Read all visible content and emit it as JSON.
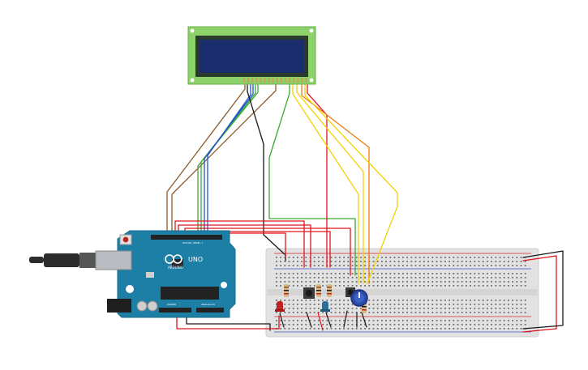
{
  "board": {
    "logo_text": "ARDUINO",
    "model": "UNO",
    "header_digital": "DIGITAL (PWM~)",
    "header_power": "POWER",
    "header_analog": "ANALOG IN"
  },
  "lcd": {
    "pins": 16
  },
  "colors": {
    "wire_red": "#e0141e",
    "wire_black": "#1a1a1a",
    "wire_green": "#3aa935",
    "wire_blue": "#2255c8",
    "wire_brown": "#8b5a2b",
    "wire_yellow": "#f2d200",
    "wire_orange": "#f07a10",
    "board_blue": "#1e7fa6",
    "lcd_green": "#8cd16a",
    "lcd_screen": "#1c2d6e"
  }
}
